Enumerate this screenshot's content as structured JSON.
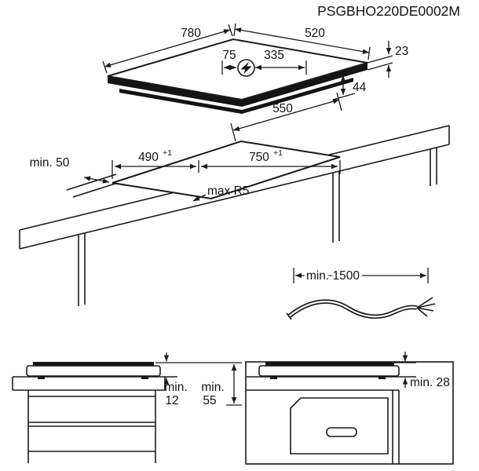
{
  "header": {
    "model": "PSGBHO220DE0002M"
  },
  "hob_view": {
    "width": "780",
    "depth": "520",
    "connection_offset_left": "75",
    "connection_offset_right": "335",
    "edge_height": "23",
    "body_height": "44",
    "base_width": "550",
    "power_icon": "lightning-bolt-in-circle"
  },
  "cutout_view": {
    "side_clearance": "min. 50",
    "cutout_depth": "490",
    "cutout_depth_tolerance": "+1",
    "cutout_width": "750",
    "cutout_width_tolerance": "+1",
    "corner_radius": "max R5"
  },
  "cable_view": {
    "cable_length": "min. 1500"
  },
  "drawer_section": {
    "clearance_label_1": "min.",
    "clearance_value_1": "12",
    "clearance_label_2": "min.",
    "clearance_value_2": "55"
  },
  "oven_section": {
    "clearance": "min. 28"
  }
}
